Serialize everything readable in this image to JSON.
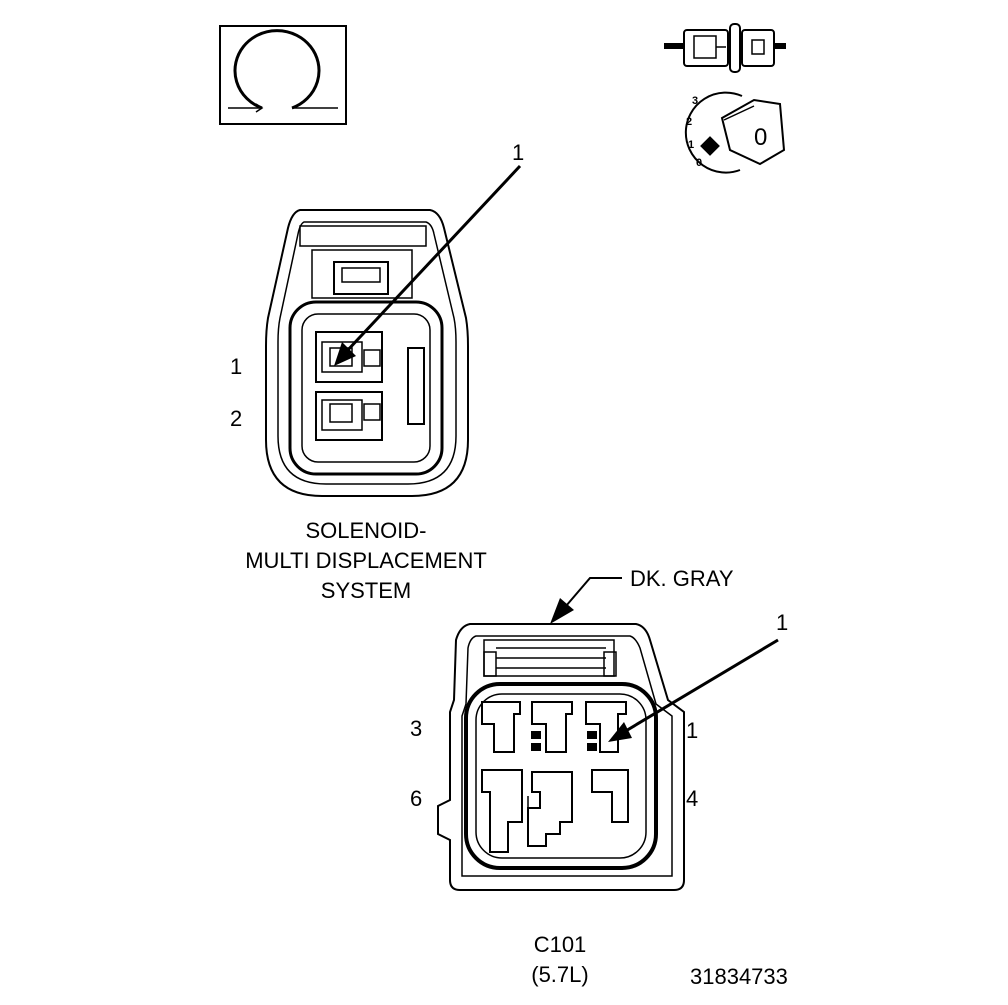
{
  "icons": {
    "connector_face_view": "omega-arrow-icon",
    "connector_mating": "connector-plug-icon",
    "key_position": "ignition-key-icon"
  },
  "key_icon": {
    "positions": [
      "3",
      "2",
      "1",
      "0"
    ],
    "key_label": "0"
  },
  "connector_1": {
    "callout": "1",
    "pin_labels": [
      "1",
      "2"
    ],
    "name_lines": [
      "SOLENOID-",
      "MULTI DISPLACEMENT",
      "SYSTEM"
    ]
  },
  "connector_2": {
    "color_label": "DK. GRAY",
    "callout": "1",
    "pin_labels_top": [
      "3",
      "1"
    ],
    "pin_labels_bottom": [
      "6",
      "4"
    ],
    "id_lines": [
      "C101",
      "(5.7L)"
    ]
  },
  "figure_number": "31834733"
}
